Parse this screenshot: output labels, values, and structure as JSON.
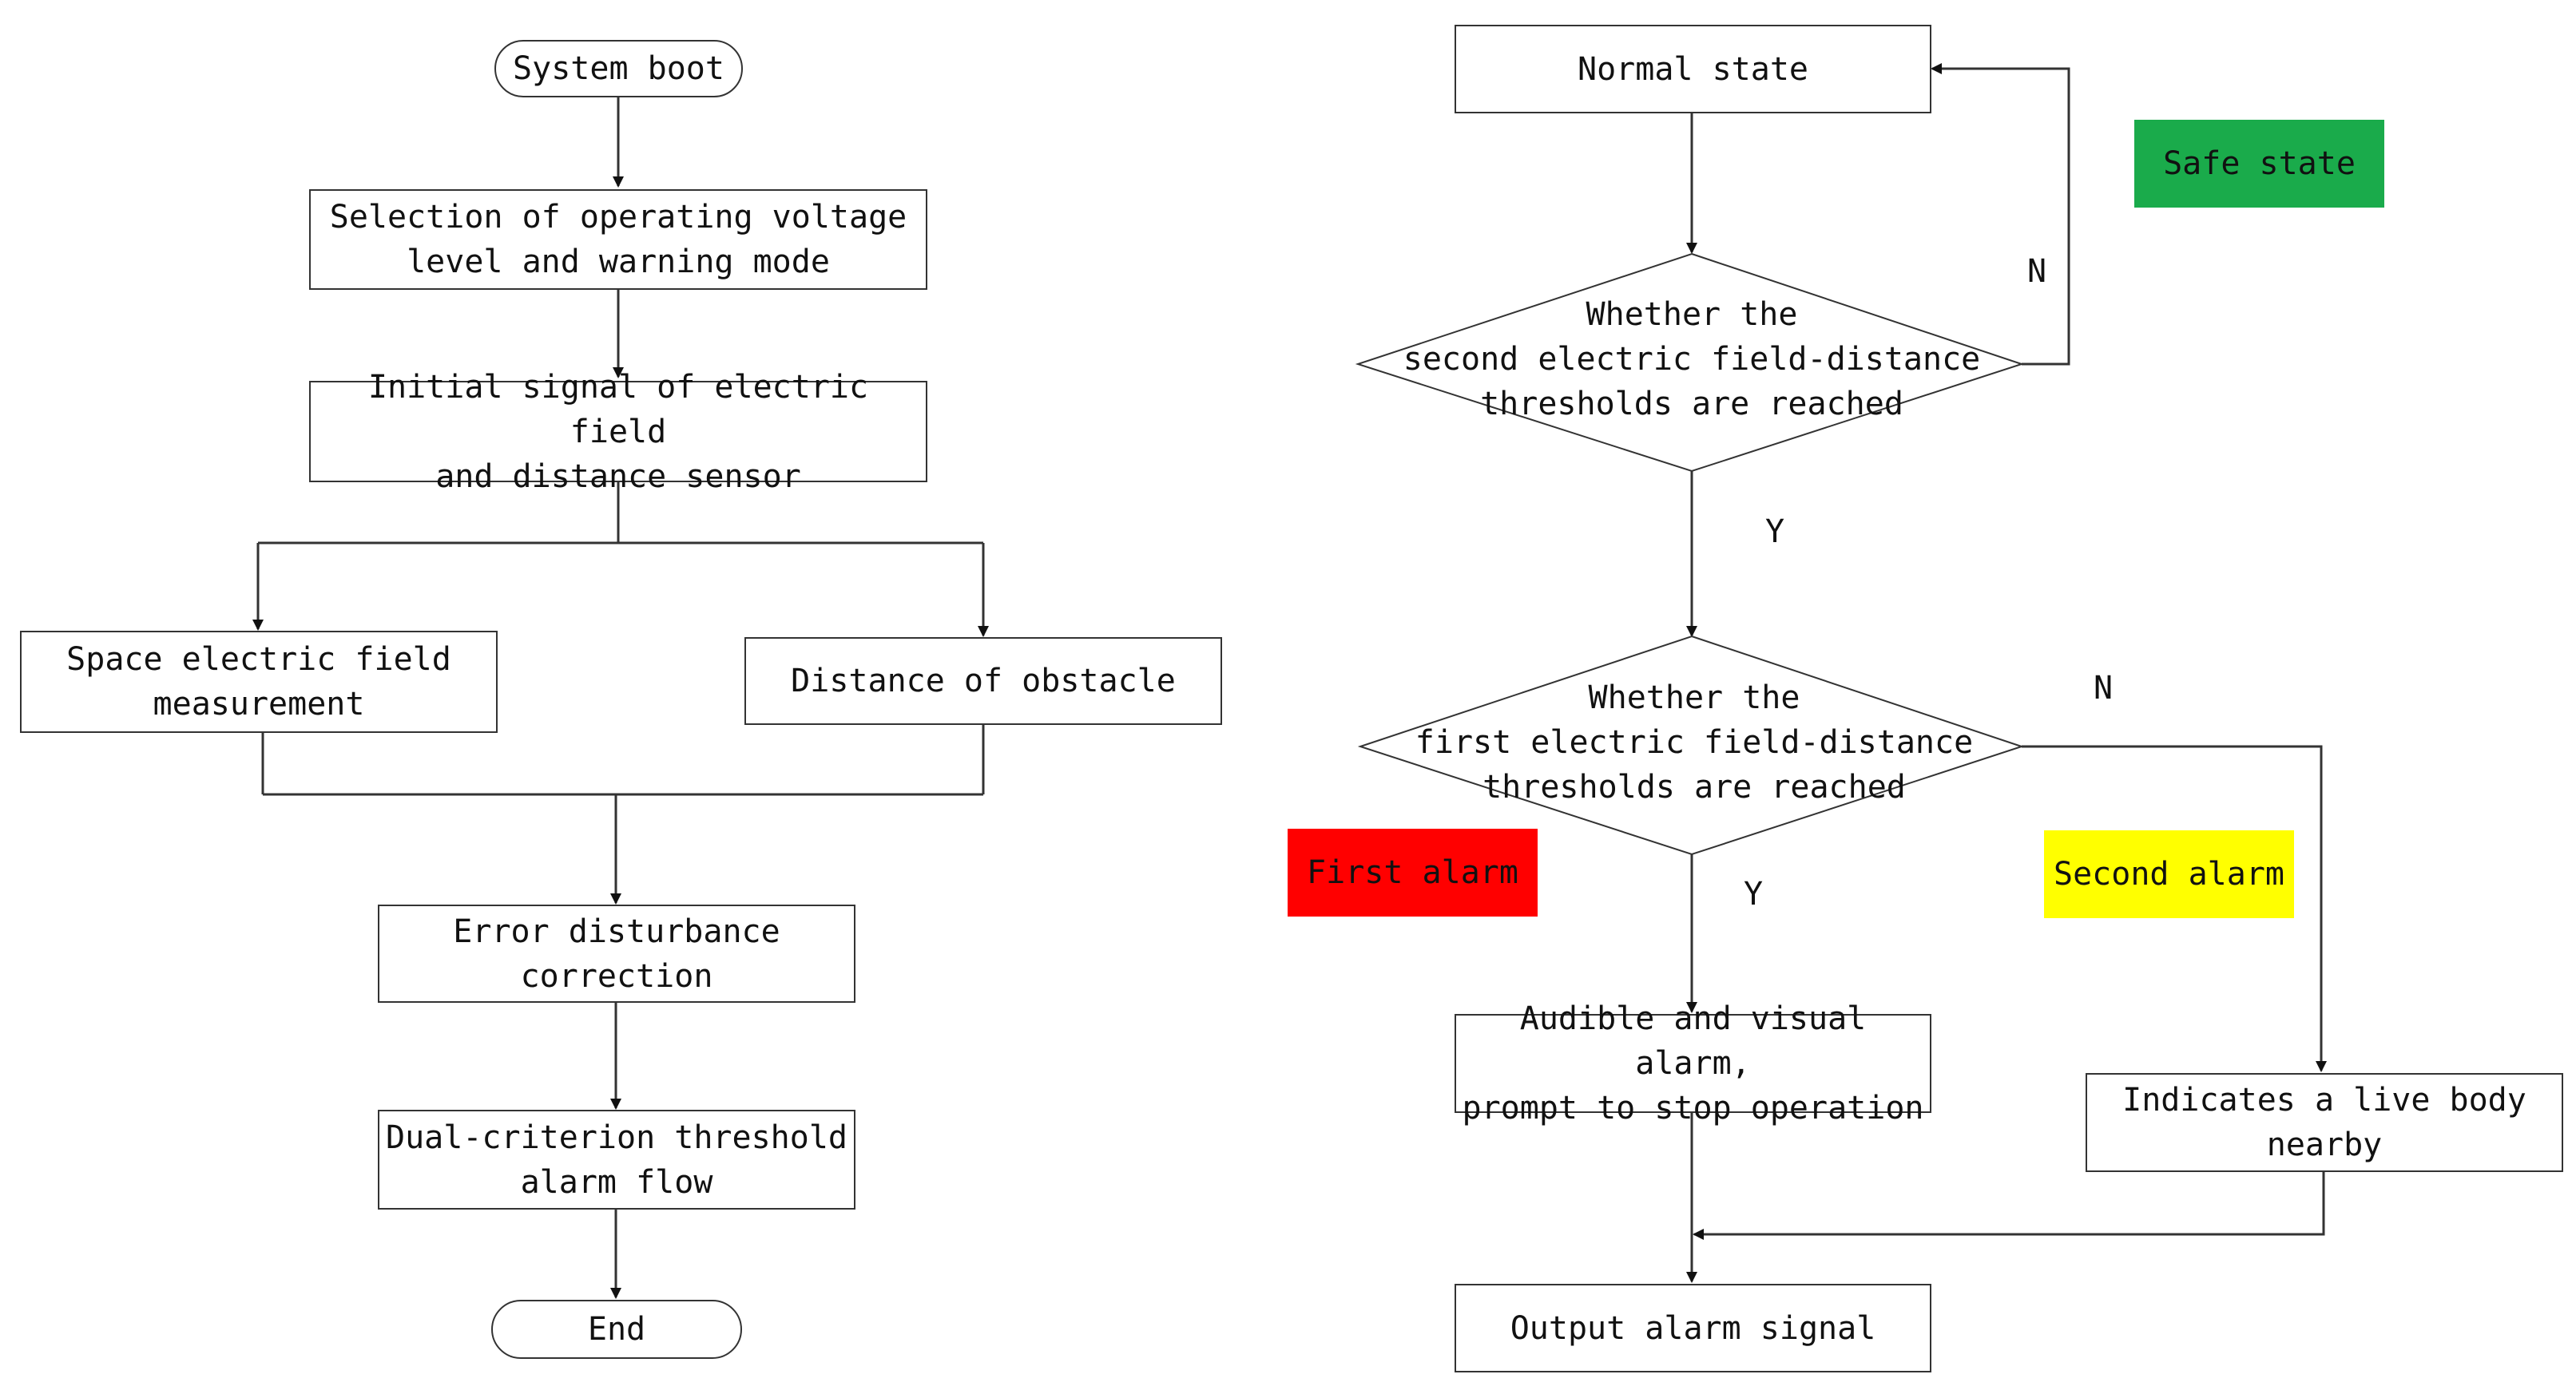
{
  "left_flow": {
    "start": "System boot",
    "select_mode": "Selection of operating voltage\nlevel and warning mode",
    "initial_signal": "Initial signal of electric field\nand distance sensor",
    "space_field": "Space electric field\nmeasurement",
    "distance": "Distance of obstacle",
    "error_correction": "Error disturbance\ncorrection",
    "dual_criterion": "Dual-criterion threshold\nalarm flow",
    "end": "End"
  },
  "right_flow": {
    "normal_state": "Normal state",
    "decision_second": "Whether the\nsecond electric field-distance\nthresholds are reached",
    "decision_first": "Whether the\nfirst electric field-distance\nthresholds are reached",
    "audible_alarm": "Audible and visual alarm,\nprompt to stop operation",
    "live_body": "Indicates a live body\nnearby",
    "output_signal": "Output alarm signal",
    "label_n1": "N",
    "label_y1": "Y",
    "label_n2": "N",
    "label_y2": "Y"
  },
  "legend": {
    "safe_state": "Safe state",
    "first_alarm": "First alarm",
    "second_alarm": "Second alarm"
  },
  "colors": {
    "safe": "#1aab4b",
    "first": "#ff0000",
    "second": "#ffff00"
  }
}
